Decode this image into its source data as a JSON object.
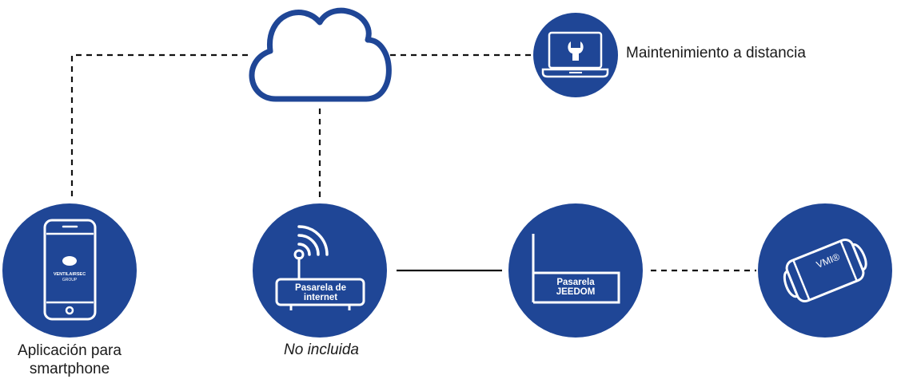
{
  "nodes": {
    "phone": {
      "label_line1": "Aplicación para",
      "label_line2": "smartphone",
      "logo_line1": "VENTILAIRSEC",
      "logo_line2": "GROUP"
    },
    "router": {
      "box_line1": "Pasarela de",
      "box_line2": "internet",
      "note": "No incluida"
    },
    "gateway": {
      "box_line1": "Pasarela",
      "box_line2": "JEEDOM"
    },
    "vmi": {
      "device_label": "VMI®"
    },
    "remote": {
      "label": "Maintenimiento a distancia"
    }
  },
  "colors": {
    "brand_blue": "#1f4696",
    "text": "#1a1a1a",
    "line": "#111111",
    "white": "#ffffff"
  },
  "icons": {
    "cloud": "cloud-icon",
    "phone": "smartphone-icon",
    "router": "wifi-router-icon",
    "gateway": "gateway-box-icon",
    "vmi": "vmi-unit-icon",
    "laptop": "laptop-wrench-icon"
  }
}
